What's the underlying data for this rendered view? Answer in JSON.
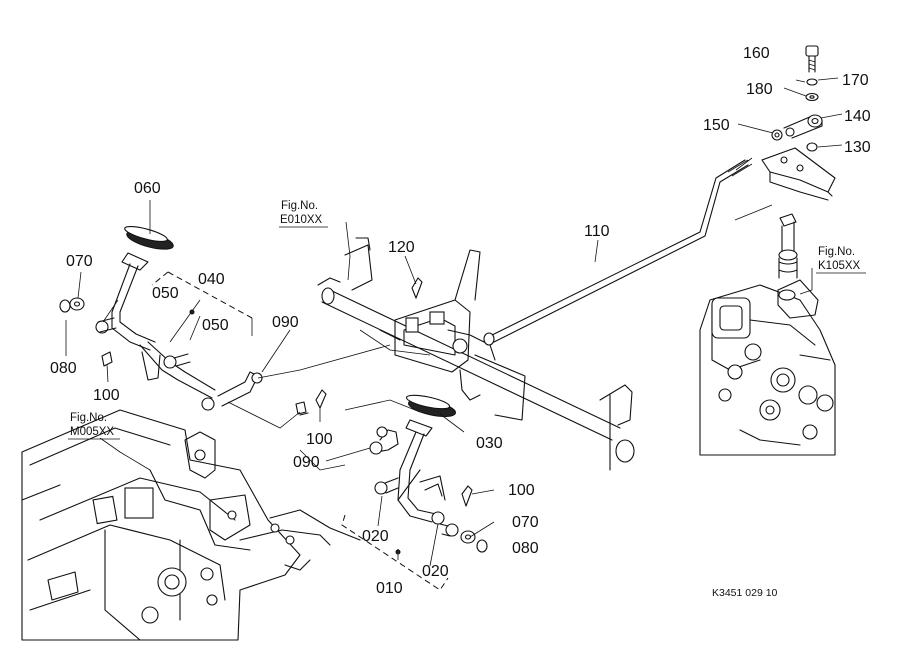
{
  "parts": {
    "p160": "160",
    "p170": "170",
    "p180": "180",
    "p140": "140",
    "p150": "150",
    "p130": "130",
    "p110": "110",
    "p120": "120",
    "p060": "060",
    "p070a": "070",
    "p040": "040",
    "p050a": "050",
    "p050b": "050",
    "p090a": "090",
    "p080a": "080",
    "p100a": "100",
    "p100b": "100",
    "p090b": "090",
    "p030": "030",
    "p100c": "100",
    "p070b": "070",
    "p020a": "020",
    "p020b": "020",
    "p080b": "080",
    "p010": "010"
  },
  "fig_refs": {
    "e010_label": "Fig.No.",
    "e010_code": "E010XX",
    "k105_label": "Fig.No.",
    "k105_code": "K105XX",
    "m005_label": "Fig.No.",
    "m005_code": "M005XX"
  },
  "drawing_code": "K3451 029 10"
}
